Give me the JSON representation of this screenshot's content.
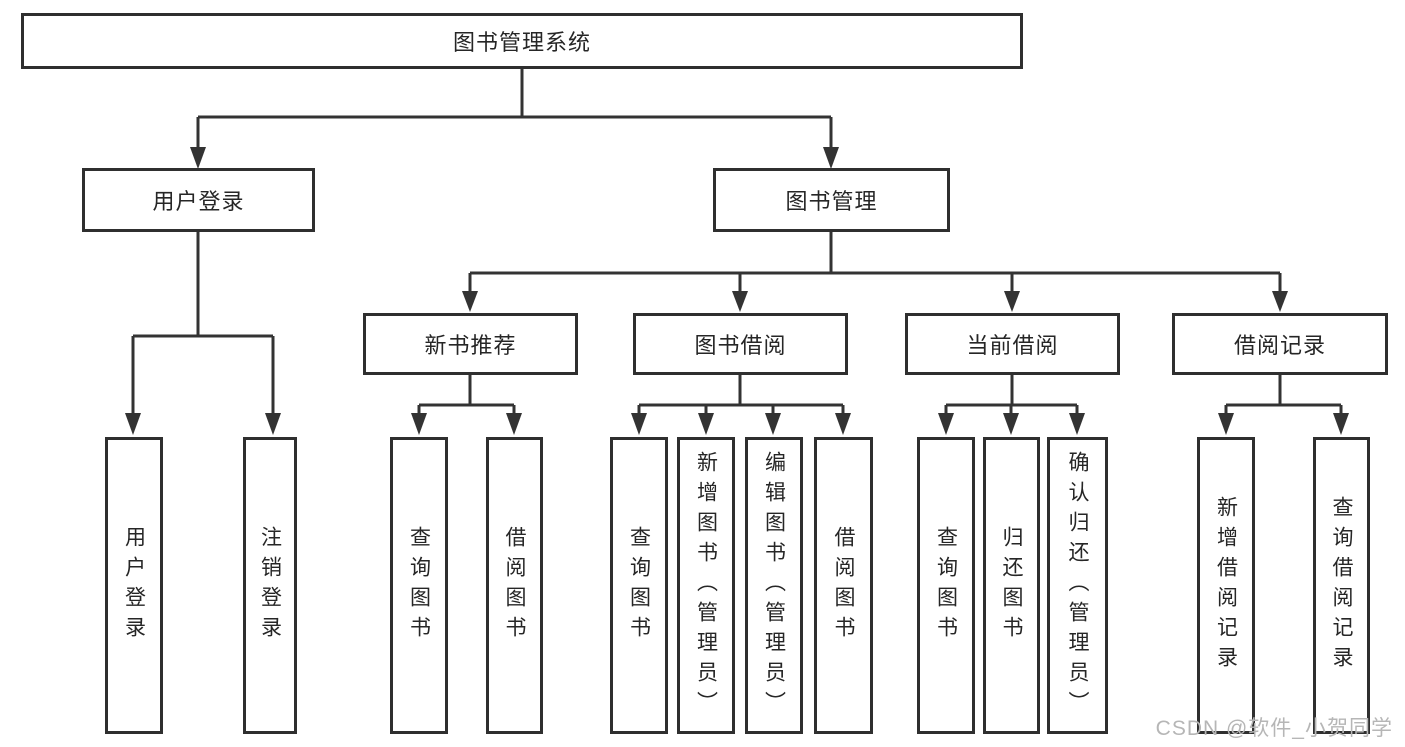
{
  "tree": {
    "root": {
      "label": "图书管理系统"
    },
    "level2": [
      {
        "label": "用户登录",
        "children": [
          {
            "label": "用户登录"
          },
          {
            "label": "注销登录"
          }
        ]
      },
      {
        "label": "图书管理",
        "children": [
          {
            "label": "新书推荐",
            "children": [
              {
                "label": "查询图书"
              },
              {
                "label": "借阅图书"
              }
            ]
          },
          {
            "label": "图书借阅",
            "children": [
              {
                "label": "查询图书"
              },
              {
                "label": "新增图书（管理员）"
              },
              {
                "label": "编辑图书（管理员）"
              },
              {
                "label": "借阅图书"
              }
            ]
          },
          {
            "label": "当前借阅",
            "children": [
              {
                "label": "查询图书"
              },
              {
                "label": "归还图书"
              },
              {
                "label": "确认归还（管理员）"
              }
            ]
          },
          {
            "label": "借阅记录",
            "children": [
              {
                "label": "新增借阅记录"
              },
              {
                "label": "查询借阅记录"
              }
            ]
          }
        ]
      }
    ]
  },
  "watermark": {
    "text": "CSDN @软件_小贺同学"
  },
  "colors": {
    "line": "#333333",
    "border": "#2f2f2f",
    "text": "#262626",
    "watermark": "#b6b6b6",
    "background": "#ffffff"
  }
}
